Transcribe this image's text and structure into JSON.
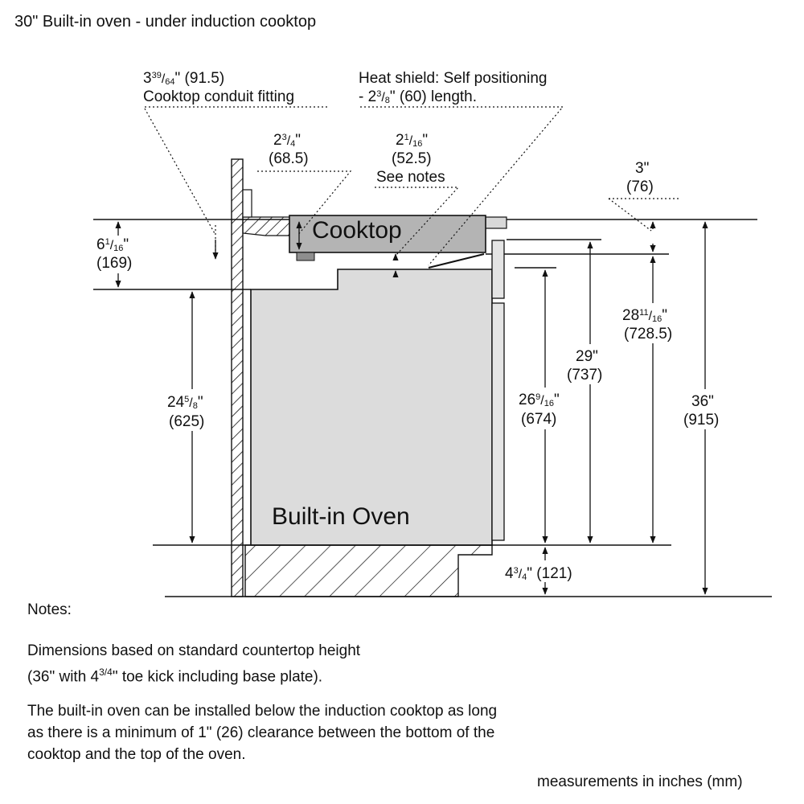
{
  "title": "30\" Built-in oven - under induction cooktop",
  "labels": {
    "cooktop": "Cooktop",
    "oven": "Built-in Oven"
  },
  "dimensions": {
    "conduit": {
      "inch": "3",
      "num": "39",
      "den": "64",
      "suffix": "\" (91.5)",
      "caption": "Cooktop conduit fitting"
    },
    "heat_shield": {
      "line1": "Heat shield: Self positioning",
      "pre": "- 2",
      "num": "3",
      "den": "8",
      "post": "\" (60)  length."
    },
    "d_68": {
      "inch": "2",
      "num": "3",
      "den": "4",
      "suffix": "\"",
      "mm": "(68.5)"
    },
    "d_52": {
      "inch": "2",
      "num": "1",
      "den": "16",
      "suffix": "\"",
      "mm": "(52.5)",
      "note": "See notes"
    },
    "d_76": {
      "inch": "3\"",
      "mm": "(76)"
    },
    "d_169": {
      "inch": "6",
      "num": "1",
      "den": "16",
      "suffix": "\"",
      "mm": "(169)"
    },
    "d_625": {
      "inch": "24",
      "num": "5",
      "den": "8",
      "suffix": "\"",
      "mm": "(625)"
    },
    "d_674": {
      "inch": "26",
      "num": "9",
      "den": "16",
      "suffix": "\"",
      "mm": "(674)"
    },
    "d_737": {
      "inch": "29\"",
      "mm": "(737)"
    },
    "d_728": {
      "inch": "28",
      "num": "11",
      "den": "16",
      "suffix": "\"",
      "mm": "(728.5)"
    },
    "d_915": {
      "inch": "36\"",
      "mm": "(915)"
    },
    "d_121": {
      "inch": "4",
      "num": "3",
      "den": "4",
      "suffix": "\" (121)"
    }
  },
  "notes": {
    "heading": "Notes:",
    "p1_line1": "Dimensions based on standard countertop height",
    "p1_line2_pre": "(36\" with 4",
    "p1_line2_frac": "3/4",
    "p1_line2_post": "\" toe kick including base plate).",
    "p2_line1": "The built-in oven can be installed below the induction cooktop as long",
    "p2_line2": "as there is a minimum of 1\" (26) clearance between the bottom of the",
    "p2_line3": "cooktop and the top of the oven."
  },
  "footer": "measurements in inches (mm)",
  "colors": {
    "oven_fill": "#dcdcdc",
    "cooktop_fill": "#b4b4b4",
    "line": "#111111"
  }
}
